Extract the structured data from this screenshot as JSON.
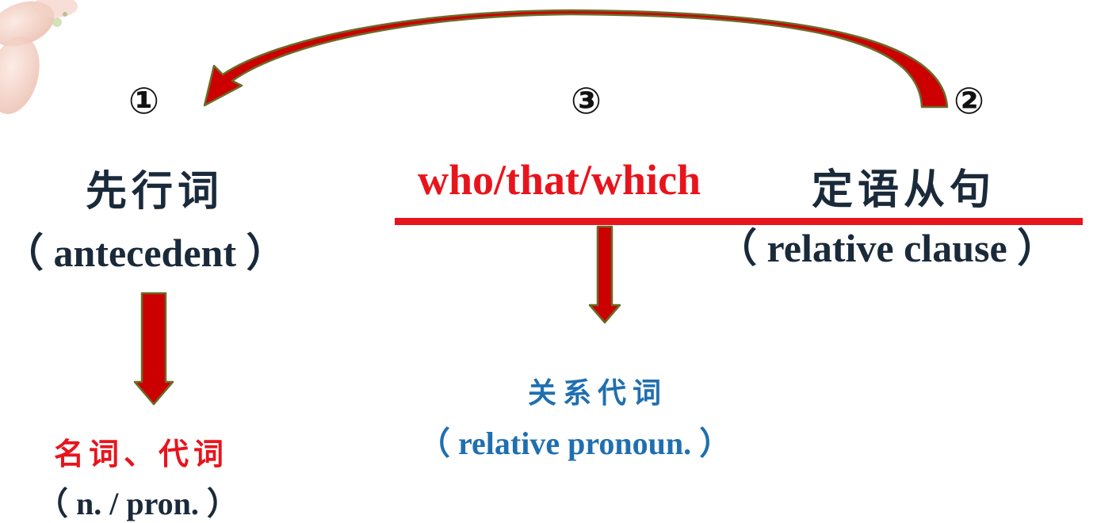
{
  "markers": {
    "antecedent": "①",
    "relative_clause": "②",
    "relative_pronoun": "③"
  },
  "antecedent": {
    "zh": "先行词",
    "en": "（ antecedent ）"
  },
  "antecedent_type": {
    "zh": "名词、代词",
    "en": "（ n. / pron. ）"
  },
  "relative_pronoun_words": "who/that/which",
  "relative_clause": {
    "zh": "定语从句",
    "en": "（ relative clause ）"
  },
  "relative_pronoun": {
    "zh": "关系代词",
    "en": "（ relative pronoun. ）"
  },
  "colors": {
    "arrow_fill": "#cc0000",
    "arrow_outline": "#6b6b2a",
    "underline": "#e8141c",
    "red_text": "#e8141c",
    "blue_text": "#1f6fb0",
    "dark_text": "#1a2a3a"
  },
  "icons": {
    "arrows": [
      "curved-arrow-icon",
      "down-arrow-icon",
      "down-arrow-icon"
    ],
    "decoration": "flower-petals-image"
  }
}
